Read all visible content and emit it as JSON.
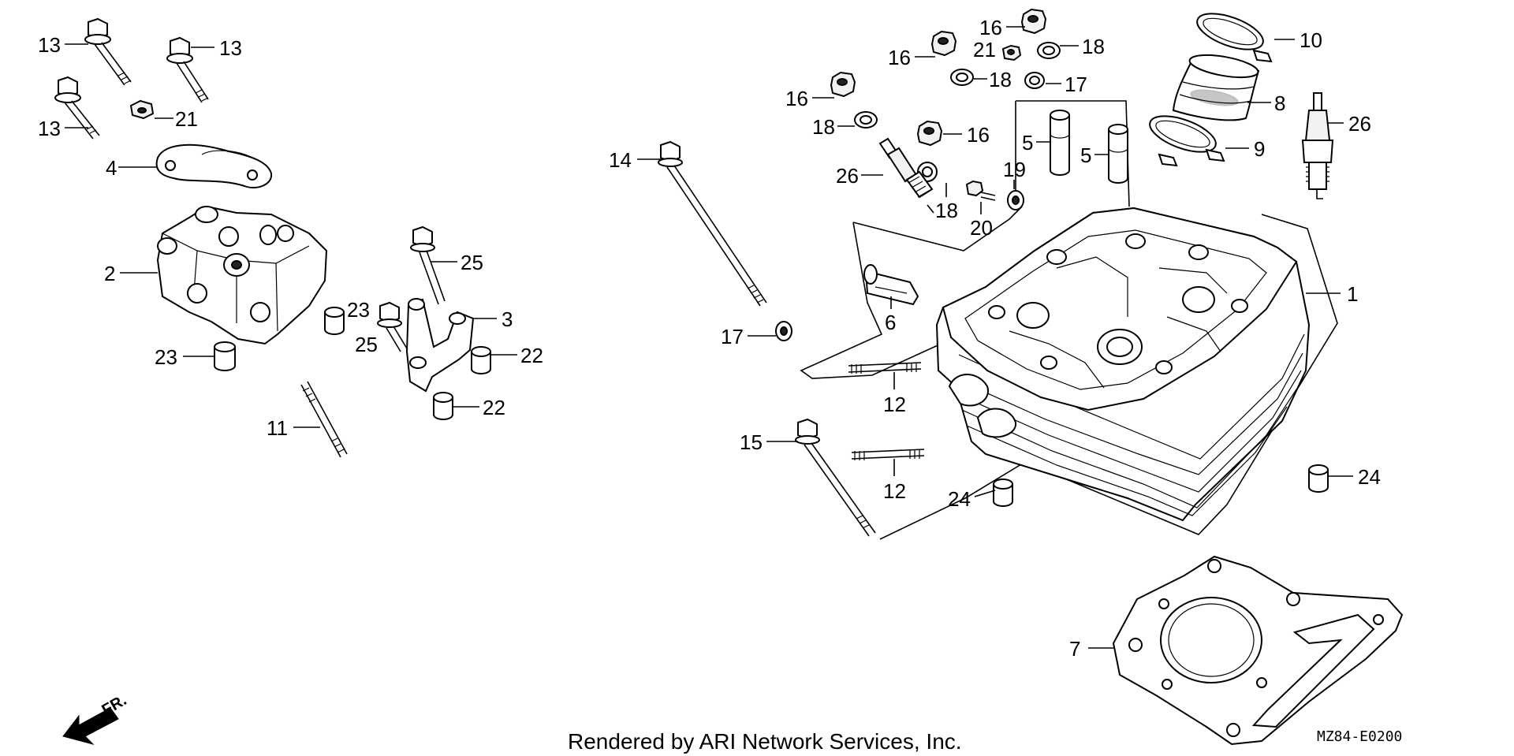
{
  "diagram": {
    "parts": [
      "1",
      "2",
      "3",
      "4",
      "5",
      "6",
      "7",
      "8",
      "9",
      "10",
      "11",
      "12",
      "13",
      "14",
      "15",
      "16",
      "17",
      "18",
      "19",
      "20",
      "21",
      "22",
      "23",
      "24",
      "25",
      "26"
    ],
    "callouts": {
      "c13a": "13",
      "c13b": "13",
      "c13c": "13",
      "c21a": "21",
      "c4": "4",
      "c2": "2",
      "c23a": "23",
      "c23b": "23",
      "c25a": "25",
      "c25b": "25",
      "c3": "3",
      "c22a": "22",
      "c22b": "22",
      "c11": "11",
      "c14": "14",
      "c17a": "17",
      "c15": "15",
      "c12a": "12",
      "c12b": "12",
      "c24a": "24",
      "c24b": "24",
      "c7": "7",
      "c16a": "16",
      "c16b": "16",
      "c16c": "16",
      "c16d": "16",
      "c21b": "21",
      "c18a": "18",
      "c18b": "18",
      "c18c": "18",
      "c18d": "18",
      "c17b": "17",
      "c26a": "26",
      "c26b": "26",
      "c19": "19",
      "c20": "20",
      "c5a": "5",
      "c5b": "5",
      "c6": "6",
      "c10": "10",
      "c8": "8",
      "c9": "9",
      "c1": "1"
    },
    "direction_label": "FR.",
    "credit": "Rendered by ARI Network Services, Inc.",
    "diagram_code": "MZ84-E0200"
  }
}
